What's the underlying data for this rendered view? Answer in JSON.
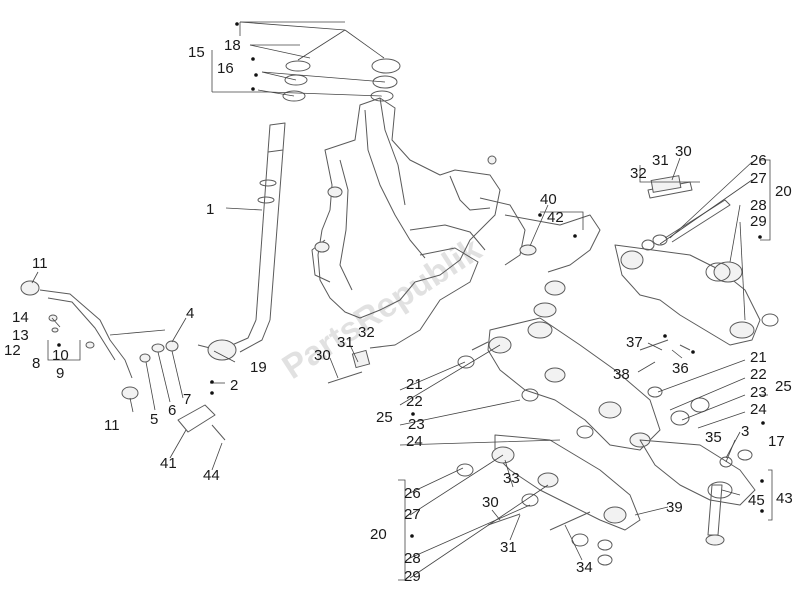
{
  "watermark": "PartsRepublik",
  "callouts": [
    {
      "id": "c1",
      "text": "1"
    },
    {
      "id": "c2",
      "text": "2"
    },
    {
      "id": "c3",
      "text": "3"
    },
    {
      "id": "c4",
      "text": "4"
    },
    {
      "id": "c5",
      "text": "5"
    },
    {
      "id": "c6",
      "text": "6"
    },
    {
      "id": "c7",
      "text": "7"
    },
    {
      "id": "c8",
      "text": "8"
    },
    {
      "id": "c9",
      "text": "9"
    },
    {
      "id": "c10",
      "text": "10"
    },
    {
      "id": "c11a",
      "text": "11"
    },
    {
      "id": "c11b",
      "text": "11"
    },
    {
      "id": "c12",
      "text": "12"
    },
    {
      "id": "c13",
      "text": "13"
    },
    {
      "id": "c14",
      "text": "14"
    },
    {
      "id": "c15",
      "text": "15"
    },
    {
      "id": "c16",
      "text": "16"
    },
    {
      "id": "c17",
      "text": "17"
    },
    {
      "id": "c18",
      "text": "18"
    },
    {
      "id": "c19",
      "text": "19"
    },
    {
      "id": "c20a",
      "text": "20"
    },
    {
      "id": "c20b",
      "text": "20"
    },
    {
      "id": "c21a",
      "text": "21"
    },
    {
      "id": "c21b",
      "text": "21"
    },
    {
      "id": "c22a",
      "text": "22"
    },
    {
      "id": "c22b",
      "text": "22"
    },
    {
      "id": "c23a",
      "text": "23"
    },
    {
      "id": "c23b",
      "text": "23"
    },
    {
      "id": "c24a",
      "text": "24"
    },
    {
      "id": "c24b",
      "text": "24"
    },
    {
      "id": "c25a",
      "text": "25"
    },
    {
      "id": "c25b",
      "text": "25"
    },
    {
      "id": "c26a",
      "text": "26"
    },
    {
      "id": "c26b",
      "text": "26"
    },
    {
      "id": "c27a",
      "text": "27"
    },
    {
      "id": "c27b",
      "text": "27"
    },
    {
      "id": "c28a",
      "text": "28"
    },
    {
      "id": "c28b",
      "text": "28"
    },
    {
      "id": "c29a",
      "text": "29"
    },
    {
      "id": "c29b",
      "text": "29"
    },
    {
      "id": "c30a",
      "text": "30"
    },
    {
      "id": "c30b",
      "text": "30"
    },
    {
      "id": "c30c",
      "text": "30"
    },
    {
      "id": "c31a",
      "text": "31"
    },
    {
      "id": "c31b",
      "text": "31"
    },
    {
      "id": "c31c",
      "text": "31"
    },
    {
      "id": "c32a",
      "text": "32"
    },
    {
      "id": "c32b",
      "text": "32"
    },
    {
      "id": "c33",
      "text": "33"
    },
    {
      "id": "c34",
      "text": "34"
    },
    {
      "id": "c35",
      "text": "35"
    },
    {
      "id": "c36",
      "text": "36"
    },
    {
      "id": "c37",
      "text": "37"
    },
    {
      "id": "c38",
      "text": "38"
    },
    {
      "id": "c39",
      "text": "39"
    },
    {
      "id": "c40",
      "text": "40"
    },
    {
      "id": "c41",
      "text": "41"
    },
    {
      "id": "c42",
      "text": "42"
    },
    {
      "id": "c43",
      "text": "43"
    },
    {
      "id": "c44",
      "text": "44"
    },
    {
      "id": "c45",
      "text": "45"
    }
  ]
}
